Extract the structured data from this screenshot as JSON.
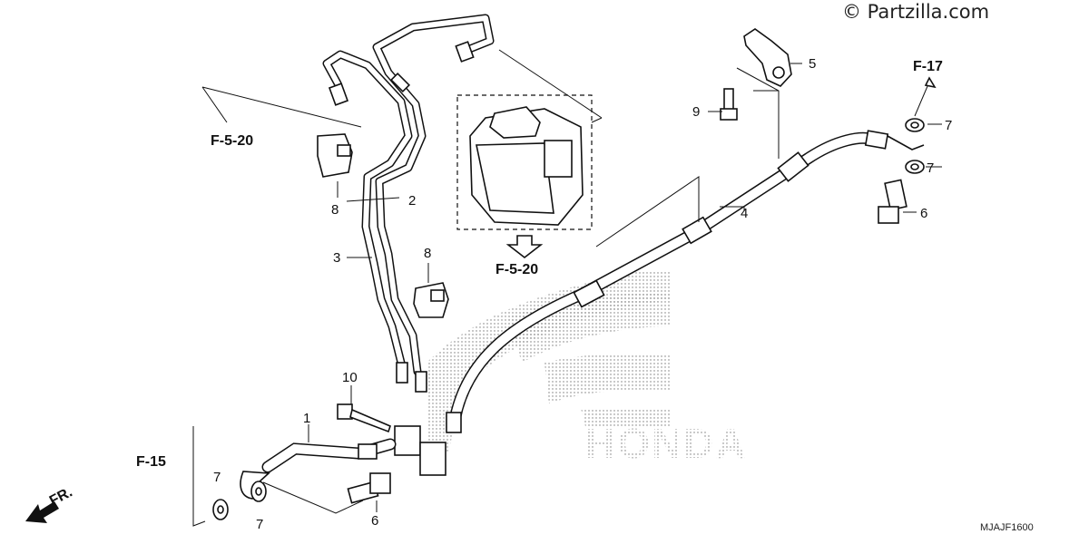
{
  "watermark": {
    "copyright": "© Partzilla.com",
    "brand": "HONDA"
  },
  "diagram_code": "MJAJF1600",
  "direction": {
    "label": "FR."
  },
  "section_refs": [
    {
      "id": "ref_f520_top",
      "text": "F-5-20"
    },
    {
      "id": "ref_f520_abs",
      "text": "F-5-20"
    },
    {
      "id": "ref_f17",
      "text": "F-17"
    },
    {
      "id": "ref_f15",
      "text": "F-15"
    }
  ],
  "callouts": [
    {
      "id": "c1",
      "text": "1"
    },
    {
      "id": "c2",
      "text": "2"
    },
    {
      "id": "c3",
      "text": "3"
    },
    {
      "id": "c4",
      "text": "4"
    },
    {
      "id": "c5",
      "text": "5"
    },
    {
      "id": "c6a",
      "text": "6"
    },
    {
      "id": "c6b",
      "text": "6"
    },
    {
      "id": "c7a",
      "text": "7"
    },
    {
      "id": "c7b",
      "text": "7"
    },
    {
      "id": "c7c",
      "text": "7"
    },
    {
      "id": "c7d",
      "text": "7"
    },
    {
      "id": "c8a",
      "text": "8"
    },
    {
      "id": "c8b",
      "text": "8"
    },
    {
      "id": "c9",
      "text": "9"
    },
    {
      "id": "c10",
      "text": "10"
    }
  ],
  "colors": {
    "line": "#111111",
    "background": "#ffffff",
    "watermark": "#888888"
  }
}
